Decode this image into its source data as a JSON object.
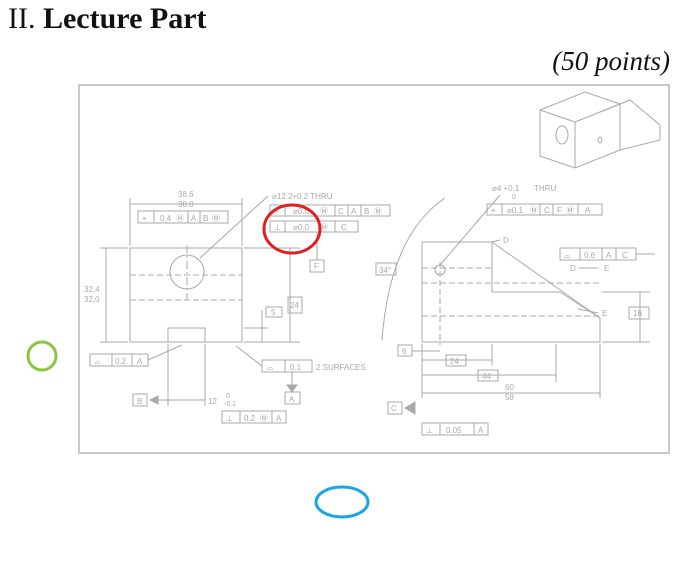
{
  "heading": {
    "numeral": "II.",
    "title": "Lecture Part"
  },
  "points": "(50 points)",
  "front_view": {
    "width_upper": "38.6",
    "width_lower": "38.0",
    "position_fcf": [
      "⌖",
      "0.4",
      "Ⓜ",
      "A",
      "B",
      "Ⓜ"
    ],
    "hole_callout": "⌀12.2+0.2 THRU",
    "hole_fcf_1": [
      "⌖",
      "⌀0.0",
      "Ⓜ",
      "C",
      "A",
      "B",
      "Ⓜ"
    ],
    "hole_fcf_2": [
      "⊥",
      "⌀0.0",
      "Ⓜ",
      "C"
    ],
    "datum_f": "F",
    "height_upper": "32.4",
    "height_lower": "32.0",
    "slot_depth": "5",
    "center_height": "24",
    "profile_fcf": [
      "⌓",
      "0.2",
      "A"
    ],
    "surfaces_fcf": [
      "⌓",
      "0.1"
    ],
    "surfaces_note": "2 SURFACES",
    "datum_a": "A",
    "datum_b": "B",
    "slot_width": "12",
    "slot_tol_upper": "0",
    "slot_tol_lower": "-0.1",
    "perp_fcf": [
      "⊥",
      "0.2",
      "Ⓜ",
      "A"
    ]
  },
  "side_view": {
    "small_hole_callout": "⌀4 +0.1",
    "small_hole_tol": "0",
    "small_hole_thru": "THRU",
    "small_hole_fcf": [
      "⌖",
      "⌀0.1",
      "Ⓜ",
      "C",
      "F",
      "Ⓜ",
      "A"
    ],
    "angle": "34°",
    "label_d": "D",
    "profile_fcf": [
      "⌓",
      "0.6",
      "A",
      "C"
    ],
    "label_e": "E",
    "label_d2": "D",
    "height_right": "16",
    "step_left": "6",
    "step_width": "24",
    "mid_width": "44",
    "total_upper": "60",
    "total_lower": "58",
    "datum_c": "C",
    "perp_fcf": [
      "⊥",
      "0.05",
      "A"
    ]
  },
  "colors": {
    "red_circle": "#e02020",
    "green_circle": "#8cc63f",
    "blue_ellipse": "#1aa7e0",
    "drawing_gray": "#a9a9a9"
  }
}
